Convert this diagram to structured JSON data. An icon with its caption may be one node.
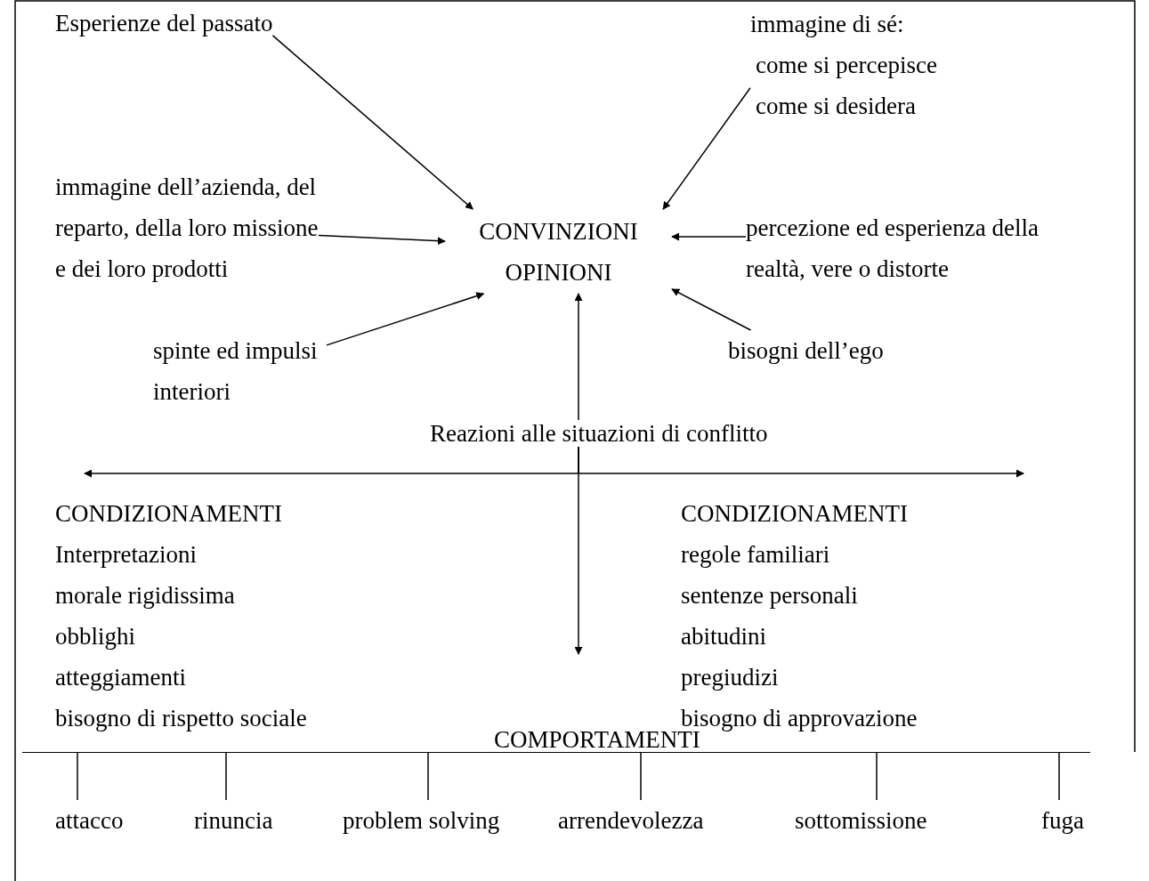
{
  "diagram": {
    "nodes": [
      {
        "text": [
          "Esperienze del passato"
        ]
      },
      {
        "text": [
          "immagine di sé:",
          "come si percepisce come si desidera"
        ]
      },
      {
        "text": [
          "immagine dell’azienda, del reparto, della loro missione e dei loro prodotti"
        ]
      },
      {
        "text": [
          "CONVINZIONI OPINIONI"
        ]
      },
      {
        "text": [
          "percezione ed esperienza della realtà, vere o distorte"
        ]
      },
      {
        "text": [
          "spinte ed impulsi interiori"
        ]
      },
      {
        "text": [
          "bisogni dell’ego"
        ]
      },
      {
        "text": [
          "Reazioni alle situazioni di conflitto"
        ]
      },
      {
        "text": [
          "CONDIZIONAMENTI",
          "Interpretazioni",
          "morale rigidissima",
          "obblighi",
          "atteggiamenti",
          "bisogno di rispetto sociale"
        ]
      },
      {
        "text": [
          "CONDIZIONAMENTI",
          "regole familiari",
          "sentenze personali",
          "abitudini",
          "pregiudizi",
          "bisogno di approvazione"
        ]
      },
      {
        "text": [
          "COMPORTAMENTI"
        ]
      },
      {
        "text": [
          "attacco"
        ]
      },
      {
        "text": [
          "rinuncia"
        ]
      },
      {
        "text": [
          "problem solving"
        ]
      },
      {
        "text": [
          "arrendevolezza"
        ]
      },
      {
        "text": [
          "sottomissione"
        ]
      },
      {
        "text": [
          "fuga"
        ]
      }
    ],
    "edges": [
      {
        "from": 0,
        "to": 3,
        "arrow": "to"
      },
      {
        "from": 1,
        "to": 3,
        "arrow": "to"
      },
      {
        "from": 2,
        "to": 3,
        "arrow": "to"
      },
      {
        "from": 4,
        "to": 3,
        "arrow": "to"
      },
      {
        "from": 5,
        "to": 3,
        "arrow": "to"
      },
      {
        "from": 6,
        "to": 3,
        "arrow": "to"
      },
      {
        "from": 7,
        "to": 3,
        "arrow": "to"
      },
      {
        "from": 7,
        "to": 8,
        "arrow": "to"
      },
      {
        "from": 7,
        "to": null,
        "arrow": "to"
      },
      {
        "from": 7,
        "to": null,
        "arrow": "to"
      },
      {
        "from": 10,
        "to": 11,
        "arrow": "none"
      },
      {
        "from": 10,
        "to": 12,
        "arrow": "none"
      },
      {
        "from": 10,
        "to": 13,
        "arrow": "none"
      },
      {
        "from": 10,
        "to": 14,
        "arrow": "none"
      },
      {
        "from": 10,
        "to": 15,
        "arrow": "none"
      },
      {
        "from": 10,
        "to": 16,
        "arrow": "none"
      }
    ]
  }
}
